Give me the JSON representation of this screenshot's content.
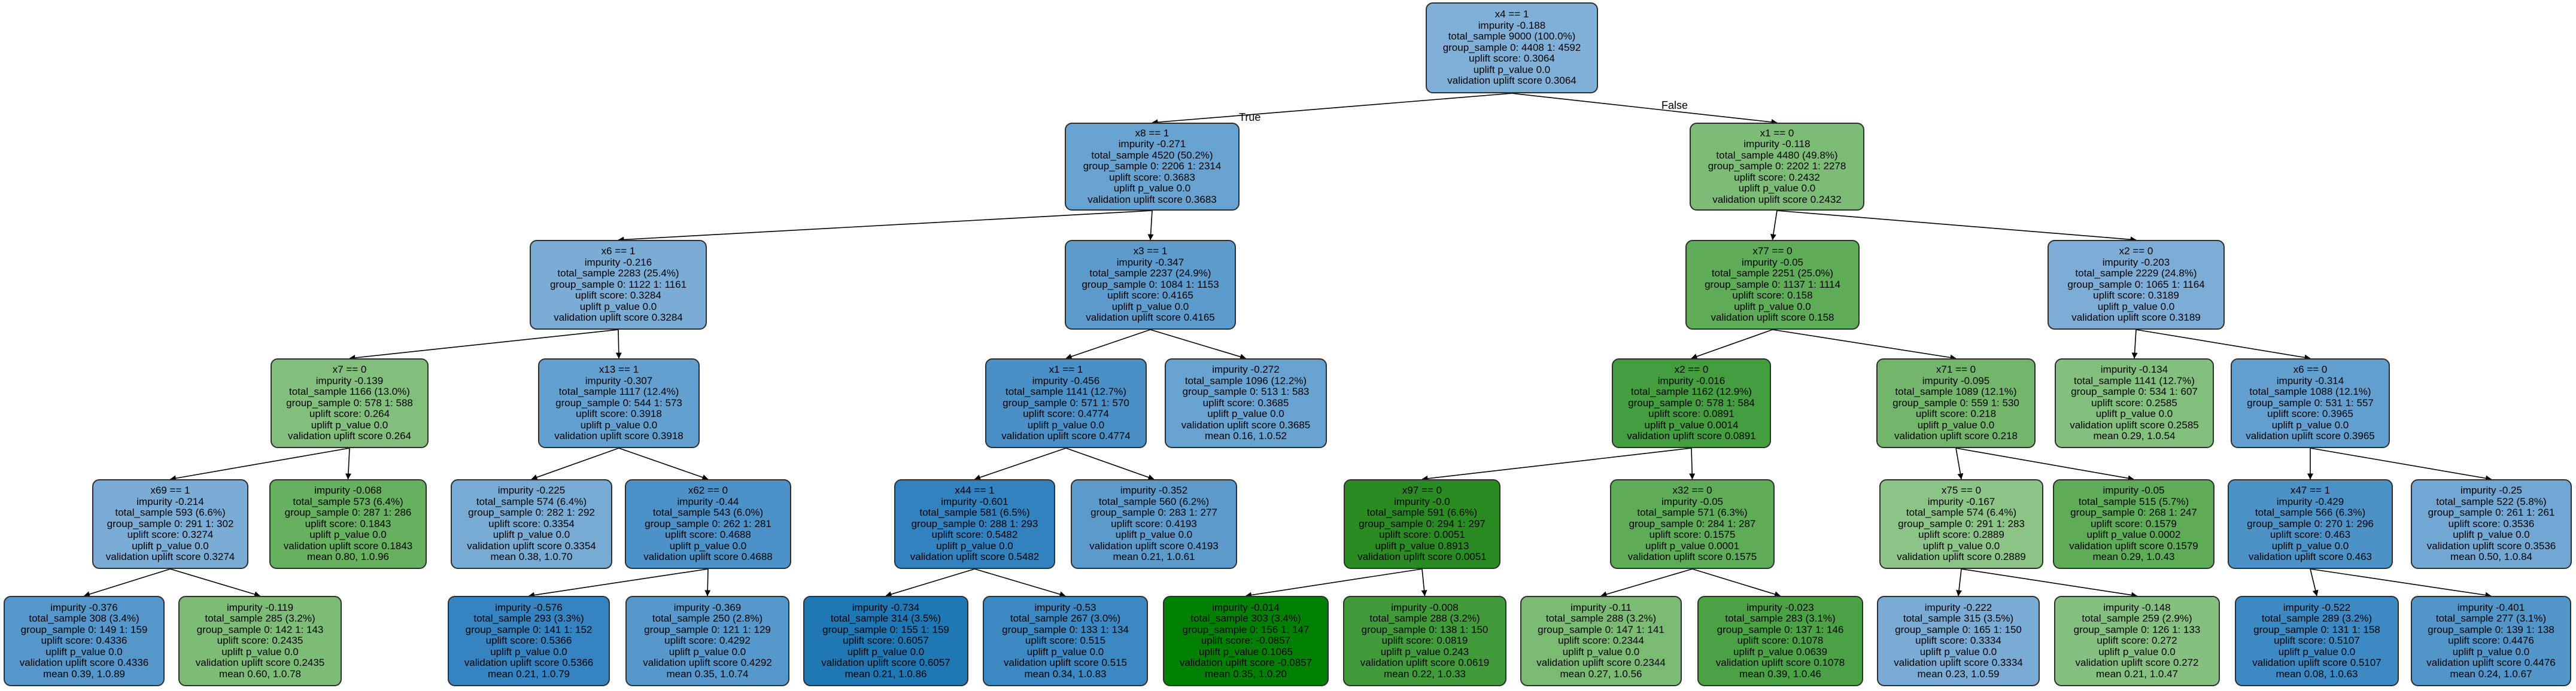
{
  "edge_labels": {
    "true_label": "True",
    "false_label": "False"
  },
  "nodes": [
    {
      "id": "n0",
      "lines": [
        "x4 == 1",
        "impurity -0.188",
        "total_sample 9000 (100.0%)",
        "group_sample  0: 4408 1: 4592",
        "uplift score: 0.3064",
        "uplift p_value 0.0",
        "validation uplift score 0.3064"
      ],
      "color": "#80b0d7"
    },
    {
      "id": "n1",
      "lines": [
        "x8 == 1",
        "impurity -0.271",
        "total_sample 4520 (50.2%)",
        "group_sample  0: 2206 1: 2314",
        "uplift score: 0.3683",
        "uplift p_value 0.0",
        "validation uplift score 0.3683"
      ],
      "color": "#68a2d0"
    },
    {
      "id": "n2",
      "lines": [
        "x1 == 0",
        "impurity -0.118",
        "total_sample 4480 (49.8%)",
        "group_sample  0: 2202 1: 2278",
        "uplift score: 0.2432",
        "uplift p_value 0.0",
        "validation uplift score 0.2432"
      ],
      "color": "#7dbc76"
    },
    {
      "id": "n3",
      "lines": [
        "x6 == 1",
        "impurity -0.216",
        "total_sample 2283 (25.4%)",
        "group_sample  0: 1122 1: 1161",
        "uplift score: 0.3284",
        "uplift p_value 0.0",
        "validation uplift score 0.3284"
      ],
      "color": "#7aacd5"
    },
    {
      "id": "n4",
      "lines": [
        "x3 == 1",
        "impurity -0.347",
        "total_sample 2237 (24.9%)",
        "group_sample  0: 1084 1: 1153",
        "uplift score: 0.4165",
        "uplift p_value 0.0",
        "validation uplift score 0.4165"
      ],
      "color": "#5c9bcc"
    },
    {
      "id": "n5",
      "lines": [
        "x77 == 0",
        "impurity -0.05",
        "total_sample 2251 (25.0%)",
        "group_sample  0: 1137 1: 1114",
        "uplift score: 0.158",
        "uplift p_value 0.0",
        "validation uplift score 0.158"
      ],
      "color": "#5eab58"
    },
    {
      "id": "n6",
      "lines": [
        "x2 == 0",
        "impurity -0.203",
        "total_sample 2229 (24.8%)",
        "group_sample  0: 1065 1: 1164",
        "uplift score: 0.3189",
        "uplift p_value 0.0",
        "validation uplift score 0.3189"
      ],
      "color": "#7dadd6"
    },
    {
      "id": "n7",
      "lines": [
        "x7 == 0",
        "impurity -0.139",
        "total_sample 1166 (13.0%)",
        "group_sample  0: 578 1: 588",
        "uplift score: 0.264",
        "uplift p_value 0.0",
        "validation uplift score 0.264"
      ],
      "color": "#82be7c"
    },
    {
      "id": "n8",
      "lines": [
        "x13 == 1",
        "impurity -0.307",
        "total_sample 1117 (12.4%)",
        "group_sample  0: 544 1: 573",
        "uplift score: 0.3918",
        "uplift p_value 0.0",
        "validation uplift score 0.3918"
      ],
      "color": "#64a0cf"
    },
    {
      "id": "n9",
      "lines": [
        "x1 == 1",
        "impurity -0.456",
        "total_sample 1141 (12.7%)",
        "group_sample  0: 571 1: 570",
        "uplift score: 0.4774",
        "uplift p_value 0.0",
        "validation uplift score 0.4774"
      ],
      "color": "#4a8fc6"
    },
    {
      "id": "n10",
      "lines": [
        "impurity -0.272",
        "total_sample 1096 (12.2%)",
        "group_sample  0: 513 1: 583",
        "uplift score: 0.3685",
        "uplift p_value 0.0",
        "validation uplift score 0.3685",
        "mean 0.16, 1.0.52"
      ],
      "color": "#68a2d0"
    },
    {
      "id": "n11",
      "lines": [
        "x2 == 0",
        "impurity -0.016",
        "total_sample 1162 (12.9%)",
        "group_sample  0: 578 1: 584",
        "uplift score: 0.0891",
        "uplift p_value 0.0014",
        "validation uplift score 0.0891"
      ],
      "color": "#449d3e"
    },
    {
      "id": "n12",
      "lines": [
        "x71 == 0",
        "impurity -0.095",
        "total_sample 1089 (12.1%)",
        "group_sample  0: 559 1: 530",
        "uplift score: 0.218",
        "uplift p_value 0.0",
        "validation uplift score 0.218"
      ],
      "color": "#72b56b"
    },
    {
      "id": "n13",
      "lines": [
        "impurity -0.134",
        "total_sample 1141 (12.7%)",
        "group_sample  0: 534 1: 607",
        "uplift score: 0.2585",
        "uplift p_value 0.0",
        "validation uplift score 0.2585",
        "mean 0.29, 1.0.54"
      ],
      "color": "#83bf7d"
    },
    {
      "id": "n14",
      "lines": [
        "x6 == 0",
        "impurity -0.314",
        "total_sample 1088 (12.1%)",
        "group_sample  0: 531 1: 557",
        "uplift score: 0.3965",
        "uplift p_value 0.0",
        "validation uplift score 0.3965"
      ],
      "color": "#629fcf"
    },
    {
      "id": "n15",
      "lines": [
        "x69 == 1",
        "impurity -0.214",
        "total_sample 593 (6.6%)",
        "group_sample  0: 291 1: 302",
        "uplift score: 0.3274",
        "uplift p_value 0.0",
        "validation uplift score 0.3274"
      ],
      "color": "#7aacd5"
    },
    {
      "id": "n16",
      "lines": [
        "impurity -0.068",
        "total_sample 573 (6.4%)",
        "group_sample  0: 287 1: 286",
        "uplift score: 0.1843",
        "uplift p_value 0.0",
        "validation uplift score 0.1843",
        "mean 0.80, 1.0.96"
      ],
      "color": "#66b060"
    },
    {
      "id": "n17",
      "lines": [
        "impurity -0.225",
        "total_sample 574 (6.4%)",
        "group_sample  0: 282 1: 292",
        "uplift score: 0.3354",
        "uplift p_value 0.0",
        "validation uplift score 0.3354",
        "mean 0.38, 1.0.70"
      ],
      "color": "#78abd4"
    },
    {
      "id": "n18",
      "lines": [
        "x62 == 0",
        "impurity -0.44",
        "total_sample 543 (6.0%)",
        "group_sample  0: 262 1: 281",
        "uplift score: 0.4688",
        "uplift p_value 0.0",
        "validation uplift score 0.4688"
      ],
      "color": "#4c91c7"
    },
    {
      "id": "n19",
      "lines": [
        "x44 == 1",
        "impurity -0.601",
        "total_sample 581 (6.5%)",
        "group_sample  0: 288 1: 293",
        "uplift score: 0.5482",
        "uplift p_value 0.0",
        "validation uplift score 0.5482"
      ],
      "color": "#3382c0"
    },
    {
      "id": "n20",
      "lines": [
        "impurity -0.352",
        "total_sample 560 (6.2%)",
        "group_sample  0: 283 1: 277",
        "uplift score: 0.4193",
        "uplift p_value 0.0",
        "validation uplift score 0.4193",
        "mean 0.21, 1.0.61"
      ],
      "color": "#5c9acc"
    },
    {
      "id": "n21",
      "lines": [
        "x97 == 0",
        "impurity -0.0",
        "total_sample 591 (6.6%)",
        "group_sample  0: 294 1: 297",
        "uplift score: 0.0051",
        "uplift p_value 0.8913",
        "validation uplift score 0.0051"
      ],
      "color": "#2b8b23"
    },
    {
      "id": "n22",
      "lines": [
        "x32 == 0",
        "impurity -0.05",
        "total_sample 571 (6.3%)",
        "group_sample  0: 284 1: 287",
        "uplift score: 0.1575",
        "uplift p_value 0.0001",
        "validation uplift score 0.1575"
      ],
      "color": "#5eab58"
    },
    {
      "id": "n23",
      "lines": [
        "x75 == 0",
        "impurity -0.167",
        "total_sample 574 (6.4%)",
        "group_sample  0: 291 1: 283",
        "uplift score: 0.2889",
        "uplift p_value 0.0",
        "validation uplift score 0.2889"
      ],
      "color": "#8cc487"
    },
    {
      "id": "n24",
      "lines": [
        "impurity -0.05",
        "total_sample 515 (5.7%)",
        "group_sample  0: 268 1: 247",
        "uplift score: 0.1579",
        "uplift p_value 0.0002",
        "validation uplift score 0.1579",
        "mean 0.29, 1.0.43"
      ],
      "color": "#5eab58"
    },
    {
      "id": "n25",
      "lines": [
        "x47 == 1",
        "impurity -0.429",
        "total_sample 566 (6.3%)",
        "group_sample  0: 270 1: 296",
        "uplift score: 0.463",
        "uplift p_value 0.0",
        "validation uplift score 0.463"
      ],
      "color": "#4d92c7"
    },
    {
      "id": "n26",
      "lines": [
        "impurity -0.25",
        "total_sample 522 (5.8%)",
        "group_sample  0: 261 1: 261",
        "uplift score: 0.3536",
        "uplift p_value 0.0",
        "validation uplift score 0.3536",
        "mean 0.50, 1.0.84"
      ],
      "color": "#72a7d3"
    },
    {
      "id": "n27",
      "lines": [
        "impurity -0.376",
        "total_sample 308 (3.4%)",
        "group_sample  0: 149 1: 159",
        "uplift score: 0.4336",
        "uplift p_value 0.0",
        "validation uplift score 0.4336",
        "mean 0.39, 1.0.89"
      ],
      "color": "#5597ca"
    },
    {
      "id": "n28",
      "lines": [
        "impurity -0.119",
        "total_sample 285 (3.2%)",
        "group_sample  0: 142 1: 143",
        "uplift score: 0.2435",
        "uplift p_value 0.0",
        "validation uplift score 0.2435",
        "mean 0.60, 1.0.78"
      ],
      "color": "#7dbc76"
    },
    {
      "id": "n29",
      "lines": [
        "impurity -0.576",
        "total_sample 293 (3.3%)",
        "group_sample  0: 141 1: 152",
        "uplift score: 0.5366",
        "uplift p_value 0.0",
        "validation uplift score 0.5366",
        "mean 0.21, 1.0.79"
      ],
      "color": "#3584c1"
    },
    {
      "id": "n30",
      "lines": [
        "impurity -0.369",
        "total_sample 250 (2.8%)",
        "group_sample  0: 121 1: 129",
        "uplift score: 0.4292",
        "uplift p_value 0.0",
        "validation uplift score 0.4292",
        "mean 0.35, 1.0.74"
      ],
      "color": "#5698cb"
    },
    {
      "id": "n31",
      "lines": [
        "impurity -0.734",
        "total_sample 314 (3.5%)",
        "group_sample  0: 155 1: 159",
        "uplift score: 0.6057",
        "uplift p_value 0.0",
        "validation uplift score 0.6057",
        "mean 0.21, 1.0.86"
      ],
      "color": "#1f77b4"
    },
    {
      "id": "n32",
      "lines": [
        "impurity -0.53",
        "total_sample 267 (3.0%)",
        "group_sample  0: 133 1: 134",
        "uplift score: 0.515",
        "uplift p_value 0.0",
        "validation uplift score 0.515",
        "mean 0.34, 1.0.83"
      ],
      "color": "#3b88c3"
    },
    {
      "id": "n33",
      "lines": [
        "impurity -0.014",
        "total_sample 303 (3.4%)",
        "group_sample  0: 156 1: 147",
        "uplift score: -0.0857",
        "uplift p_value 0.1065",
        "validation uplift score -0.0857",
        "mean 0.35, 1.0.20"
      ],
      "color": "#008000"
    },
    {
      "id": "n34",
      "lines": [
        "impurity -0.008",
        "total_sample 288 (3.2%)",
        "group_sample  0: 138 1: 150",
        "uplift score: 0.0819",
        "uplift p_value 0.243",
        "validation uplift score 0.0619",
        "mean 0.22, 1.0.33"
      ],
      "color": "#419b3b"
    },
    {
      "id": "n35",
      "lines": [
        "impurity -0.11",
        "total_sample 288 (3.2%)",
        "group_sample  0: 147 1: 141",
        "uplift score: 0.2344",
        "uplift p_value 0.0",
        "validation uplift score 0.2344",
        "mean 0.27, 1.0.56"
      ],
      "color": "#7aba73"
    },
    {
      "id": "n36",
      "lines": [
        "impurity -0.023",
        "total_sample 283 (3.1%)",
        "group_sample  0: 137 1: 146",
        "uplift score: 0.1078",
        "uplift p_value 0.0639",
        "validation uplift score 0.1078",
        "mean 0.39, 1.0.46"
      ],
      "color": "#4ba245"
    },
    {
      "id": "n37",
      "lines": [
        "impurity -0.222",
        "total_sample 315 (3.5%)",
        "group_sample  0: 165 1: 150",
        "uplift score: 0.3334",
        "uplift p_value 0.0",
        "validation uplift score 0.3334",
        "mean 0.23, 1.0.59"
      ],
      "color": "#79abd5"
    },
    {
      "id": "n38",
      "lines": [
        "impurity -0.148",
        "total_sample 259 (2.9%)",
        "group_sample  0: 126 1: 133",
        "uplift score: 0.272",
        "uplift p_value 0.0",
        "validation uplift score 0.272",
        "mean 0.21, 1.0.47"
      ],
      "color": "#86c080"
    },
    {
      "id": "n39",
      "lines": [
        "impurity -0.522",
        "total_sample 289 (3.2%)",
        "group_sample  0: 131 1: 158",
        "uplift score: 0.5107",
        "uplift p_value 0.0",
        "validation uplift score 0.5107",
        "mean 0.08, 1.0.63"
      ],
      "color": "#3c89c3"
    },
    {
      "id": "n40",
      "lines": [
        "impurity -0.401",
        "total_sample 277 (3.1%)",
        "group_sample  0: 139 1: 138",
        "uplift score: 0.4476",
        "uplift p_value 0.0",
        "validation uplift score 0.4476",
        "mean 0.24, 1.0.67"
      ],
      "color": "#5295c9"
    }
  ]
}
